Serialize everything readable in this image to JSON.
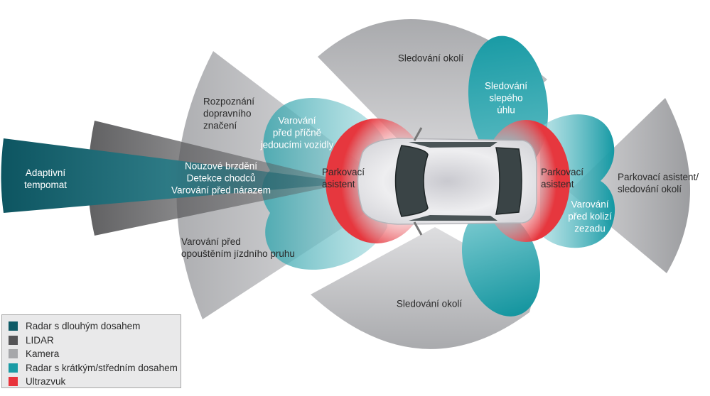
{
  "diagram": {
    "title": "Sensor coverage around vehicle (top view)",
    "car": "top-view sedan, front facing left"
  },
  "colors": {
    "long_range_radar": "#0e5a66",
    "lidar": "#555557",
    "camera": "#a6a7aa",
    "short_mid_radar": "#1a9ba5",
    "ultrasound": "#e8343c",
    "text_dark": "#2a2a2a",
    "text_light": "#ffffff"
  },
  "labels": {
    "adaptive_cruise": [
      "Adaptivní",
      "tempomat"
    ],
    "front_lidar": [
      "Nouzové brzdění",
      "Detekce chodců",
      "Varování před nárazem"
    ],
    "traffic_sign": [
      "Rozpoznání",
      "dopravního",
      "značení"
    ],
    "cross_traffic": [
      "Varování",
      "před příčně",
      "jedoucími vozidly"
    ],
    "lane_departure": [
      "Varování před",
      "opouštěním jízdního pruhu"
    ],
    "front_parking": [
      "Parkovací",
      "asistent"
    ],
    "rear_parking": [
      "Parkovací",
      "asistent"
    ],
    "top_surround": [
      "Sledování okolí"
    ],
    "bottom_surround": [
      "Sledování okolí"
    ],
    "blind_spot": [
      "Sledování",
      "slepého",
      "úhlu"
    ],
    "rear_collision": [
      "Varování",
      "před kolizí",
      "zezadu"
    ],
    "rear_camera": [
      "Parkovací asistent/",
      "sledování okolí"
    ]
  },
  "legend": {
    "items": [
      {
        "label": "Radar s dlouhým dosahem",
        "color": "#0e5a66"
      },
      {
        "label": "LIDAR",
        "color": "#555557"
      },
      {
        "label": "Kamera",
        "color": "#a6a7aa"
      },
      {
        "label": "Radar s krátkým/středním dosahem",
        "color": "#1a9ba5"
      },
      {
        "label": "Ultrazvuk",
        "color": "#e8343c"
      }
    ]
  }
}
